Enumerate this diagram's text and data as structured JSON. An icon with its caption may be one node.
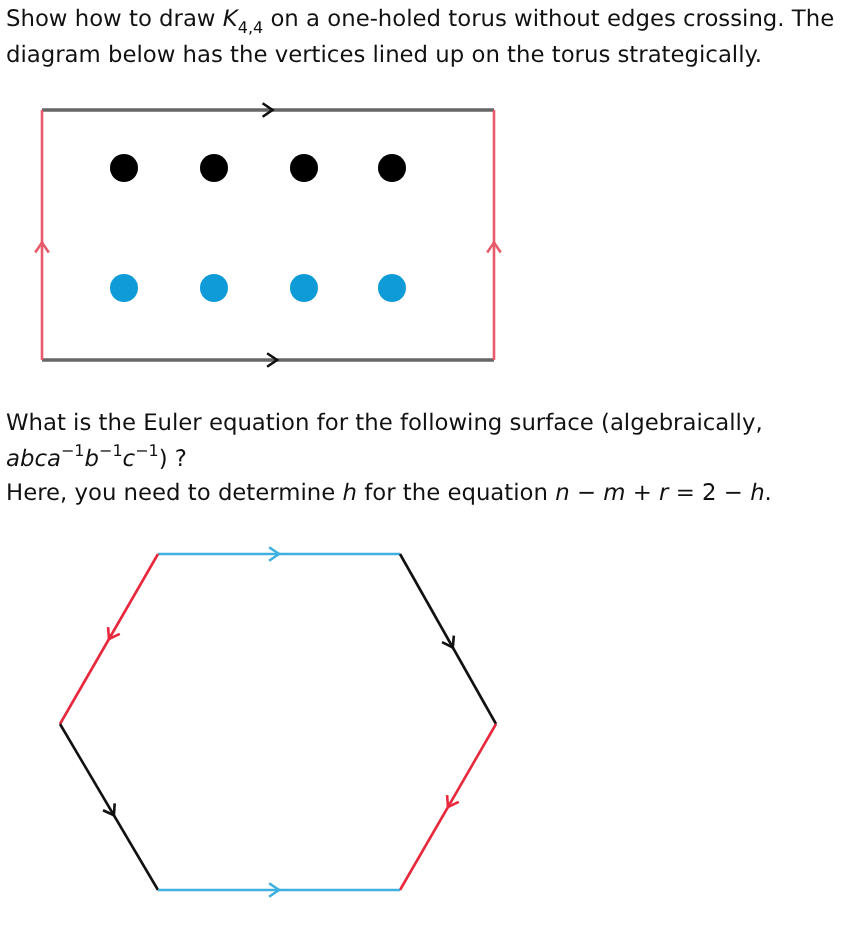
{
  "diagram": {
    "nodes": [
      {
        "text": [],
        "shape": "circle"
      },
      {
        "text": [],
        "shape": "circle"
      },
      {
        "text": [],
        "shape": "circle"
      },
      {
        "text": [],
        "shape": "circle"
      },
      {
        "text": [],
        "shape": "circle"
      },
      {
        "text": [],
        "shape": "circle"
      },
      {
        "text": [],
        "shape": "circle"
      },
      {
        "text": [],
        "shape": "circle"
      }
    ],
    "labels": [
      "Show how to draw *K*$_{4,4}$ on a one-holed torus without edges crossing. The diagram below has the vertices lined up on the torus strategically.",
      "What is the Euler equation for the following surface (algebraically, *abca*$^{−1}$*b*$^{−1}$*c*$^{−1}$) ?",
      "Here, you need to determine *h* for the equation *n* − *m* + *r* = 2 − *h*."
    ]
  }
}
